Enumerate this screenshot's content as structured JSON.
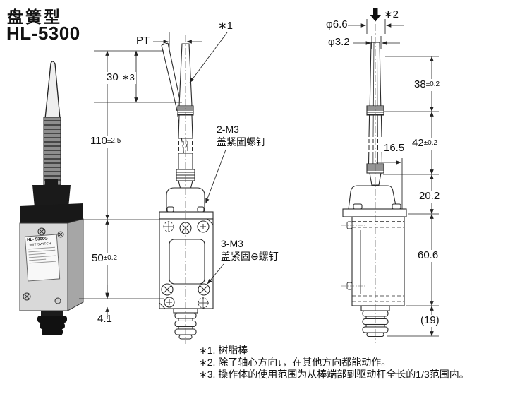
{
  "title": {
    "line1": "盘簧型",
    "line2": "HL-5300"
  },
  "photo": {
    "model": "HL- 5300G",
    "type": "LIMIT SWITCH"
  },
  "middle": {
    "pt": "PT",
    "d30": "30",
    "d30_note": "∗3",
    "d110": "110",
    "d110_tol": "±2.5",
    "d50": "50",
    "d50_tol": "±0.2",
    "d41": "4.1",
    "c1": "∗1",
    "c2m3_1": "2-M3",
    "c2m3_2": "盖紧固螺钉",
    "c3m3_1": "3-M3",
    "c3m3_2": "盖紧固⊖螺钉"
  },
  "right": {
    "c2": "∗2",
    "d66": "φ6.6",
    "d32": "φ3.2",
    "d38": "38",
    "d38_tol": "±0.2",
    "d42": "42",
    "d42_tol": "±0.2",
    "d165": "16.5",
    "d202": "20.2",
    "d606": "60.6",
    "d19": "(19)"
  },
  "notes": {
    "n1": "∗1. 树脂棒",
    "n2": "∗2. 除了轴心方向↓，在其他方向都能动作。",
    "n3": "∗3. 操作体的使用范围为从棒端部到驱动杆全长的1/3范围内。"
  }
}
